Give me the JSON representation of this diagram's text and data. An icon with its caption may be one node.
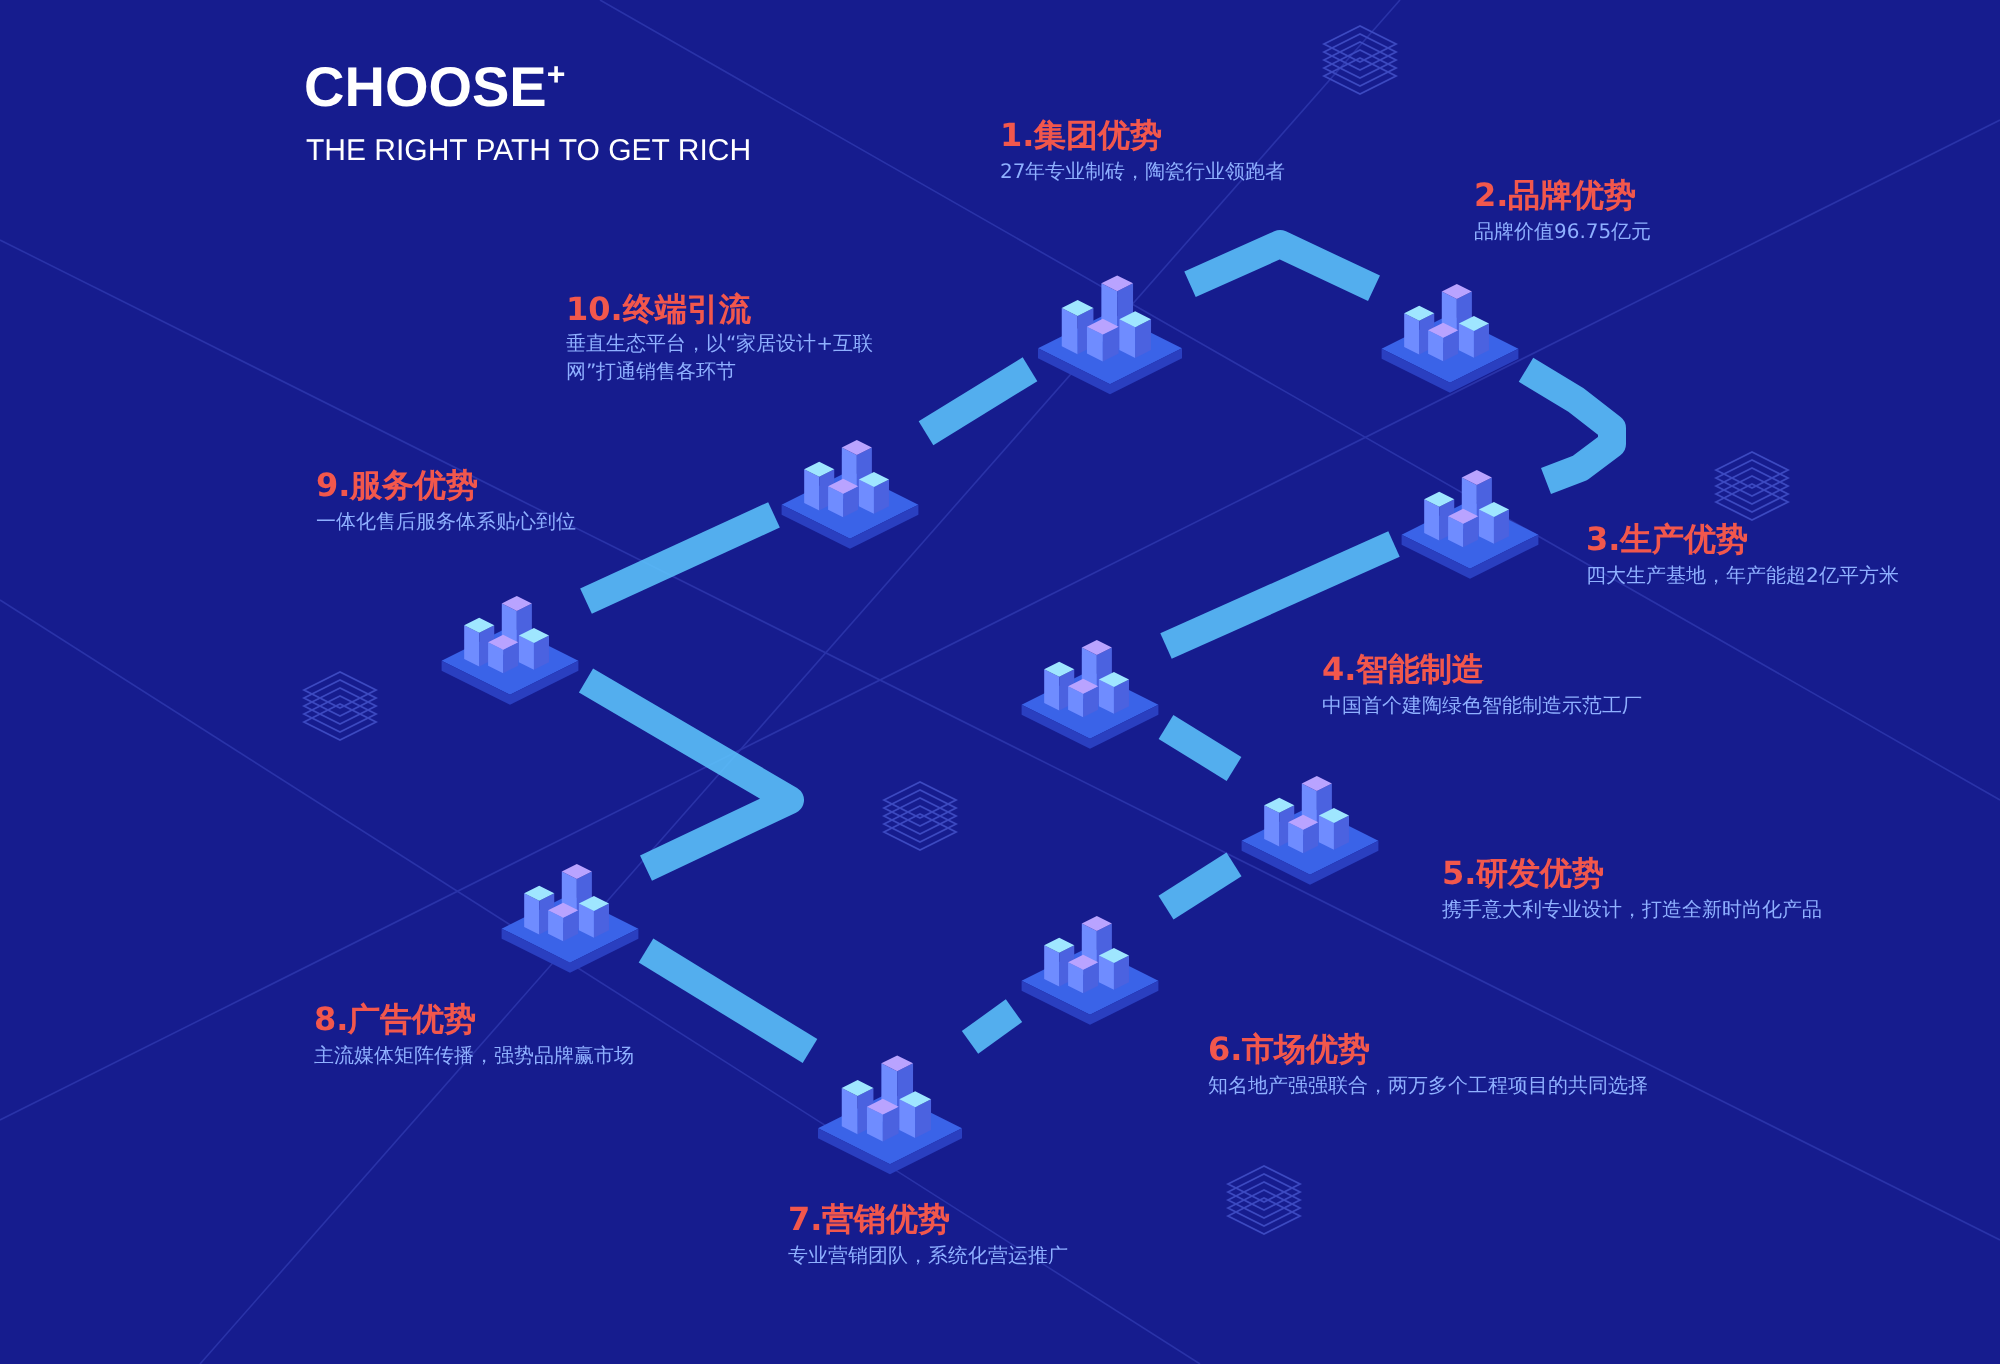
{
  "diagram": {
    "title": "CHOOSE$^{+}$",
    "nodes": [
      {
        "text": [],
        "shape": "picture",
        "beside": [
          "1.集团优势",
          "27年专业制砖，陶瓷行业领跑者"
        ]
      },
      {
        "text": [],
        "shape": "picture",
        "beside": [
          "2.品牌优势",
          "品牌价值96.75亿元"
        ]
      },
      {
        "text": [],
        "shape": "picture",
        "beside": [
          "3.生产优势",
          "四大生产基地，年产能超2亿平方米"
        ]
      },
      {
        "text": [],
        "shape": "picture",
        "beside": [
          "4.智能制造",
          "中国首个建陶绿色智能制造示范工厂"
        ]
      },
      {
        "text": [],
        "shape": "picture",
        "beside": [
          "5.研发优势",
          "携手意大利专业设计，打造全新时尚化产品"
        ]
      },
      {
        "text": [],
        "shape": "picture",
        "beside": [
          "6.市场优势",
          "知名地产强强联合，两万多个工程项目的共同选择"
        ]
      },
      {
        "text": [],
        "shape": "picture",
        "beside": [
          "7.营销优势",
          "专业营销团队，系统化营运推广"
        ]
      },
      {
        "text": [],
        "shape": "picture",
        "beside": [
          "8.广告优势",
          "主流媒体矩阵传播，强势品牌赢市场"
        ]
      },
      {
        "text": [],
        "shape": "picture",
        "beside": [
          "9.服务优势",
          "一体化售后服务体系贴心到位"
        ]
      },
      {
        "text": [],
        "shape": "picture",
        "beside": [
          "10.终端引流",
          "垂直生态平台，以“家居设计+互联网”打通销售各环节"
        ]
      }
    ],
    "edges": [
      {
        "from": 0,
        "to": 1,
        "arrow": "none"
      },
      {
        "from": 1,
        "to": 2,
        "arrow": "none"
      },
      {
        "from": 2,
        "to": 3,
        "arrow": "none"
      },
      {
        "from": 3,
        "to": 4,
        "arrow": "none"
      },
      {
        "from": 4,
        "to": 5,
        "arrow": "none"
      },
      {
        "from": 5,
        "to": 6,
        "arrow": "none"
      },
      {
        "from": 6,
        "to": 7,
        "arrow": "none"
      },
      {
        "from": 7,
        "to": 8,
        "arrow": "none"
      },
      {
        "from": 8,
        "to": 9,
        "arrow": "none"
      },
      {
        "from": 9,
        "to": 0,
        "arrow": "none"
      }
    ],
    "labels": [
      "THE RIGHT PATH TO GET RICH"
    ]
  }
}
